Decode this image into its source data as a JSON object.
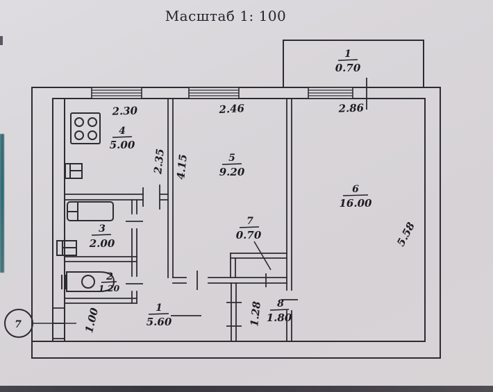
{
  "title": "Масштаб 1: 100",
  "section_marker": "7",
  "balcony": {
    "number": "1",
    "area": "0.70"
  },
  "rooms": {
    "hall": {
      "number": "1",
      "area": "5.60"
    },
    "wc": {
      "number": "2",
      "area": "1.20"
    },
    "bath": {
      "number": "3",
      "area": "2.00"
    },
    "kitchen": {
      "number": "4",
      "area": "5.00"
    },
    "room5": {
      "number": "5",
      "area": "9.20"
    },
    "room6": {
      "number": "6",
      "area": "16.00"
    },
    "closet": {
      "number": "7",
      "area": "0.70"
    },
    "room8": {
      "number": "8",
      "area": "1.80"
    }
  },
  "dimensions": {
    "kitchen_width": "2.30",
    "kitchen_depth": "2.35",
    "room5_width": "2.46",
    "room5_depth": "4.15",
    "room6_width": "2.86",
    "room6_depth": "5.58",
    "hall_width": "1.00",
    "room8_depth": "1.28"
  }
}
